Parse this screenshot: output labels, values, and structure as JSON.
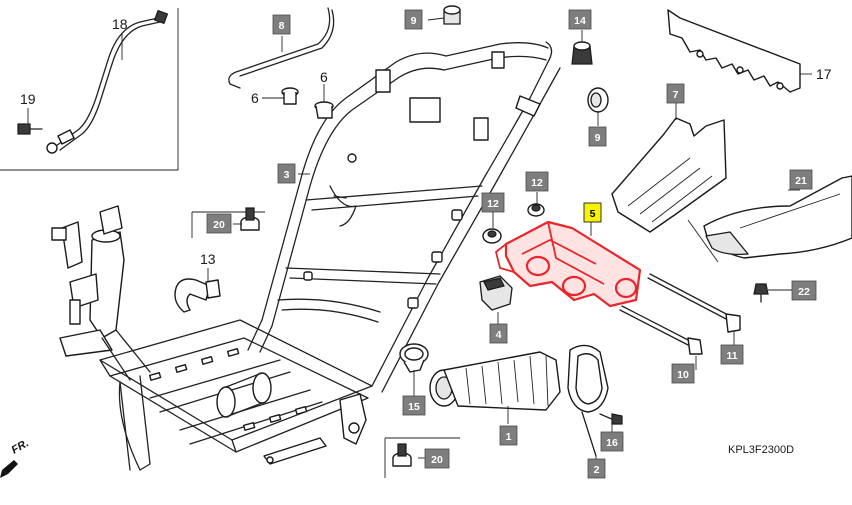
{
  "diagram": {
    "diagram_code": "KPL3F2300D",
    "direction_mark": "FR.",
    "callouts": [
      {
        "id": "c1",
        "label": "1",
        "style": "box"
      },
      {
        "id": "c2",
        "label": "2",
        "style": "box"
      },
      {
        "id": "c3",
        "label": "3",
        "style": "box"
      },
      {
        "id": "c4",
        "label": "4",
        "style": "box"
      },
      {
        "id": "c5",
        "label": "5",
        "style": "box-selected"
      },
      {
        "id": "c6a",
        "label": "6",
        "style": "plain"
      },
      {
        "id": "c6b",
        "label": "6",
        "style": "plain"
      },
      {
        "id": "c7",
        "label": "7",
        "style": "box"
      },
      {
        "id": "c8",
        "label": "8",
        "style": "box"
      },
      {
        "id": "c9a",
        "label": "9",
        "style": "box"
      },
      {
        "id": "c9b",
        "label": "9",
        "style": "box"
      },
      {
        "id": "c10",
        "label": "10",
        "style": "box"
      },
      {
        "id": "c11",
        "label": "11",
        "style": "box"
      },
      {
        "id": "c12a",
        "label": "12",
        "style": "box"
      },
      {
        "id": "c12b",
        "label": "12",
        "style": "box"
      },
      {
        "id": "c13",
        "label": "13",
        "style": "plain"
      },
      {
        "id": "c14",
        "label": "14",
        "style": "box"
      },
      {
        "id": "c15",
        "label": "15",
        "style": "box"
      },
      {
        "id": "c16",
        "label": "16",
        "style": "box"
      },
      {
        "id": "c17",
        "label": "17",
        "style": "plain"
      },
      {
        "id": "c18",
        "label": "18",
        "style": "plain"
      },
      {
        "id": "c19",
        "label": "19",
        "style": "plain"
      },
      {
        "id": "c20a",
        "label": "20",
        "style": "box"
      },
      {
        "id": "c20b",
        "label": "20",
        "style": "box"
      },
      {
        "id": "c21",
        "label": "21",
        "style": "box"
      },
      {
        "id": "c22",
        "label": "22",
        "style": "box"
      }
    ]
  },
  "colors": {
    "selected_callout": "#f6f200",
    "highlight_part": "#e8262b",
    "callout_box": "#7e7e7e"
  }
}
